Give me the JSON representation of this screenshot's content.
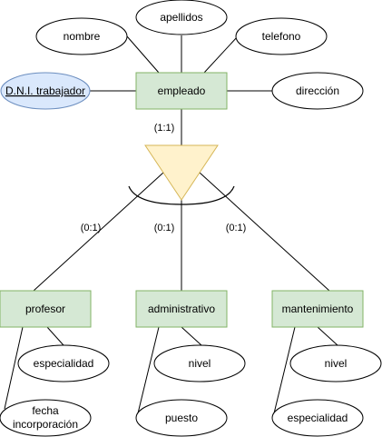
{
  "entities": {
    "empleado": "empleado",
    "profesor": "profesor",
    "administrativo": "administrativo",
    "mantenimiento": "mantenimiento"
  },
  "attributes": {
    "nombre": "nombre",
    "apellidos": "apellidos",
    "telefono": "telefono",
    "dni": "D.N.I. trabajador",
    "direccion": "dirección",
    "profesor_especialidad": "especialidad",
    "profesor_fecha_line1": "fecha",
    "profesor_fecha_line2": "incorporación",
    "administrativo_nivel": "nivel",
    "administrativo_puesto": "puesto",
    "mantenimiento_nivel": "nivel",
    "mantenimiento_especialidad": "especialidad"
  },
  "cardinalities": {
    "parent": "(1:1)",
    "profesor": "(0:1)",
    "administrativo": "(0:1)",
    "mantenimiento": "(0:1)"
  },
  "colors": {
    "entity_fill": "#d5e8d4",
    "entity_stroke": "#82b366",
    "key_fill": "#dae8fc",
    "key_stroke": "#6c8ebf",
    "isa_fill": "#fff2cc",
    "isa_stroke": "#d6b656",
    "line": "#000000"
  }
}
